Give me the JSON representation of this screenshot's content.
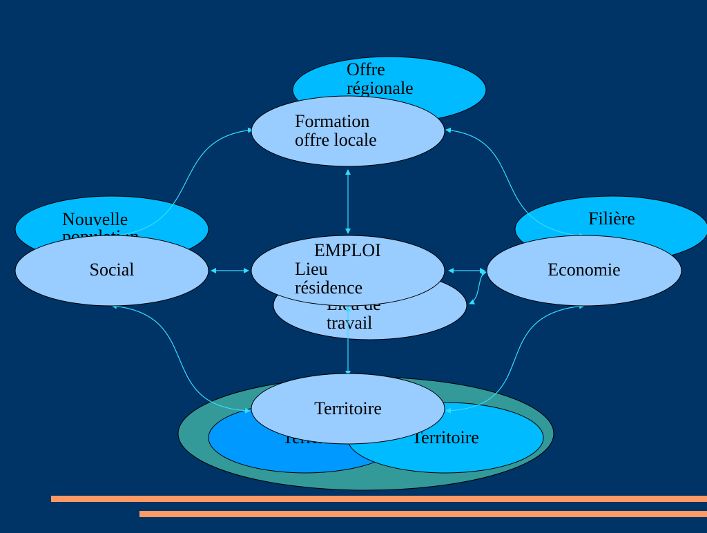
{
  "colors": {
    "background": "#003366",
    "node_light": "#99ccff",
    "node_cyan": "#00bbff",
    "node_blue": "#0099ff",
    "territory_outer": "#339999",
    "connector": "#33ddff",
    "stripe": "#ff9966",
    "stroke": "#000000"
  },
  "nodes": {
    "offre_regionale": {
      "line1": "Offre",
      "line2": "régionale"
    },
    "formation": {
      "line1": "Formation",
      "line2": "offre locale"
    },
    "nouvelle_population": {
      "line1": "Nouvelle",
      "line2": "population"
    },
    "social": {
      "label": "Social"
    },
    "emploi": {
      "line1": "EMPLOI",
      "line2": "Lieu",
      "line3": "résidence"
    },
    "lieu_travail": {
      "line1": "Lieu de",
      "line2": "travail"
    },
    "filiere": {
      "label": "Filière"
    },
    "economie": {
      "label": "Economie"
    },
    "territoire_front": {
      "label": "Territoire"
    },
    "territoire_left": {
      "label": "Territoire"
    },
    "territoire_right": {
      "label": "Territoire"
    }
  }
}
